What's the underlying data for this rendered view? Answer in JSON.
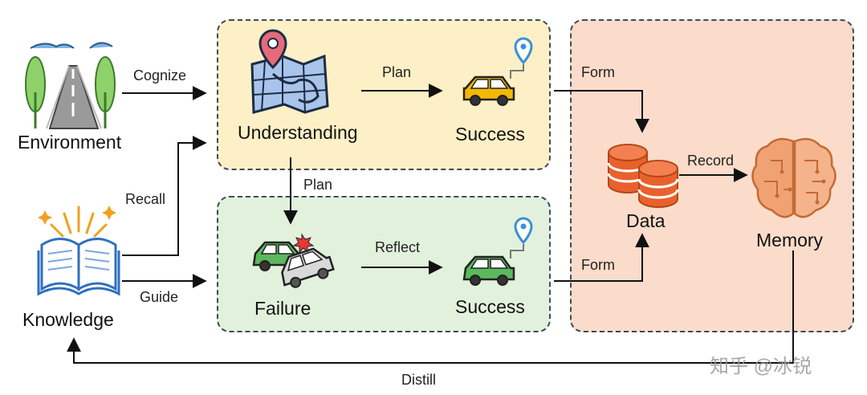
{
  "nodes": {
    "environment": "Environment",
    "knowledge": "Knowledge",
    "understanding": "Understanding",
    "success_top": "Success",
    "failure": "Failure",
    "success_bottom": "Success",
    "data": "Data",
    "memory": "Memory"
  },
  "edges": {
    "cognize": "Cognize",
    "recall": "Recall",
    "guide": "Guide",
    "plan_top": "Plan",
    "plan_down": "Plan",
    "reflect": "Reflect",
    "form_top": "Form",
    "form_bottom": "Form",
    "record": "Record",
    "distill": "Distill"
  },
  "watermark": "知乎 @冰锐",
  "colors": {
    "understanding_box": "#fdf0c6",
    "failure_box": "#e2f1dc",
    "memory_box": "#fbdcca",
    "database": "#e8612c",
    "brain": "#e8925c",
    "car_yellow": "#f5b800",
    "car_green": "#5cb85c",
    "pin_blue": "#3b8fd9",
    "pin_red": "#e56b7a"
  }
}
